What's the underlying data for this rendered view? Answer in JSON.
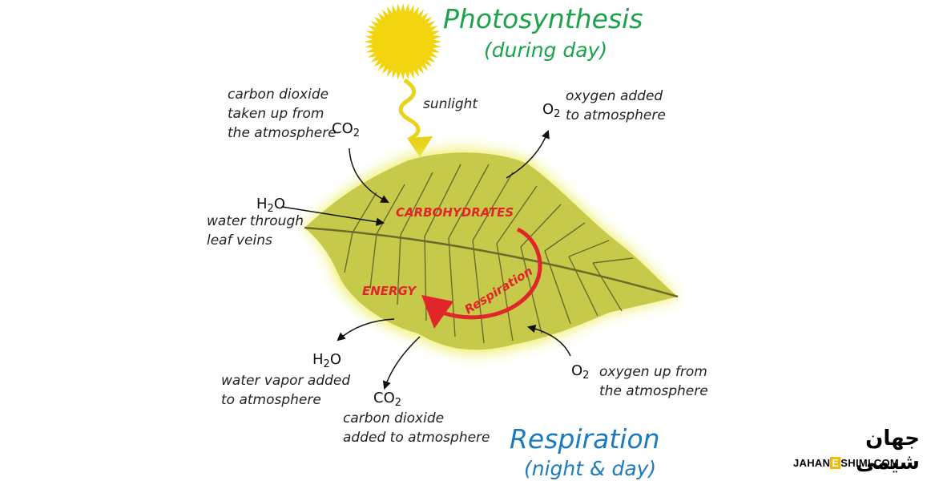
{
  "titles": {
    "photosynthesis": "Photosynthesis",
    "photosynthesis_sub": "(during day)",
    "respiration": "Respiration",
    "respiration_sub": "(night & day)"
  },
  "labels": {
    "co2_uptake": [
      "carbon dioxide",
      "taken up from",
      "the atmosphere"
    ],
    "sunlight": "sunlight",
    "o2_added": [
      "oxygen added",
      "to atmosphere"
    ],
    "water_in": [
      "water through",
      "leaf veins"
    ],
    "water_vapor": [
      "water vapor added",
      "to atmosphere"
    ],
    "co2_added": [
      "carbon dioxide",
      "added to atmosphere"
    ],
    "o2_uptake": [
      "oxygen up from",
      "the atmosphere"
    ]
  },
  "chem": {
    "co2_top": {
      "base": "CO",
      "sub": "2"
    },
    "o2_top": {
      "base": "O",
      "sub": "2"
    },
    "h2o_in": {
      "pre": "H",
      "sub": "2",
      "post": "O"
    },
    "h2o_out": {
      "pre": "H",
      "sub": "2",
      "post": "O"
    },
    "co2_bottom": {
      "base": "CO",
      "sub": "2"
    },
    "o2_bottom": {
      "base": "O",
      "sub": "2"
    }
  },
  "leaf_labels": {
    "carbohydrates": "CARBOHYDRATES",
    "energy": "ENERGY",
    "respiration_arrow": "Respiration"
  },
  "logo": {
    "persian": "جهان شیمی",
    "site_pre": "JAHAN",
    "site_e": "E",
    "site_post": "SHIMI.COM"
  },
  "colors": {
    "photosynthesis_title": "#1aa34a",
    "respiration_title": "#1a7bbf",
    "sun": "#f2d40f",
    "sunlight_arrow": "#e8d21a",
    "leaf": "#c6c94a",
    "leaf_glow": "#eef06a",
    "leaf_veins": "#6d6b2a",
    "cycle_arrow": "#e0262b",
    "logo_accent": "#f5b700"
  }
}
